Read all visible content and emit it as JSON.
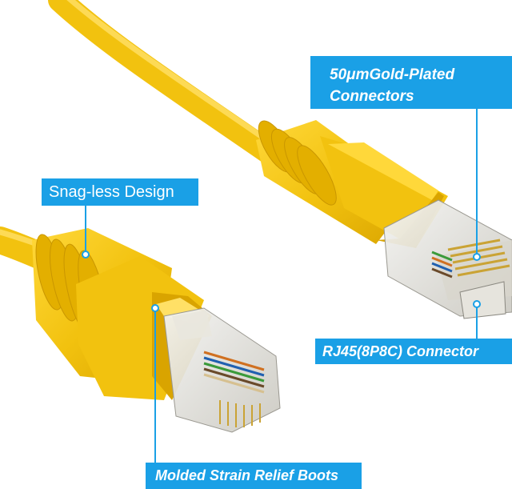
{
  "callouts": {
    "gold_plated_line1": "50μmGold-Plated",
    "gold_plated_line2": "Connectors",
    "snagless": "Snag-less Design",
    "rj45": "RJ45(8P8C) Connector",
    "strain_relief": "Molded Strain Relief Boots"
  },
  "colors": {
    "cable_yellow": "#f2c20f",
    "callout_blue": "#1aa0e6",
    "background": "#ffffff"
  }
}
